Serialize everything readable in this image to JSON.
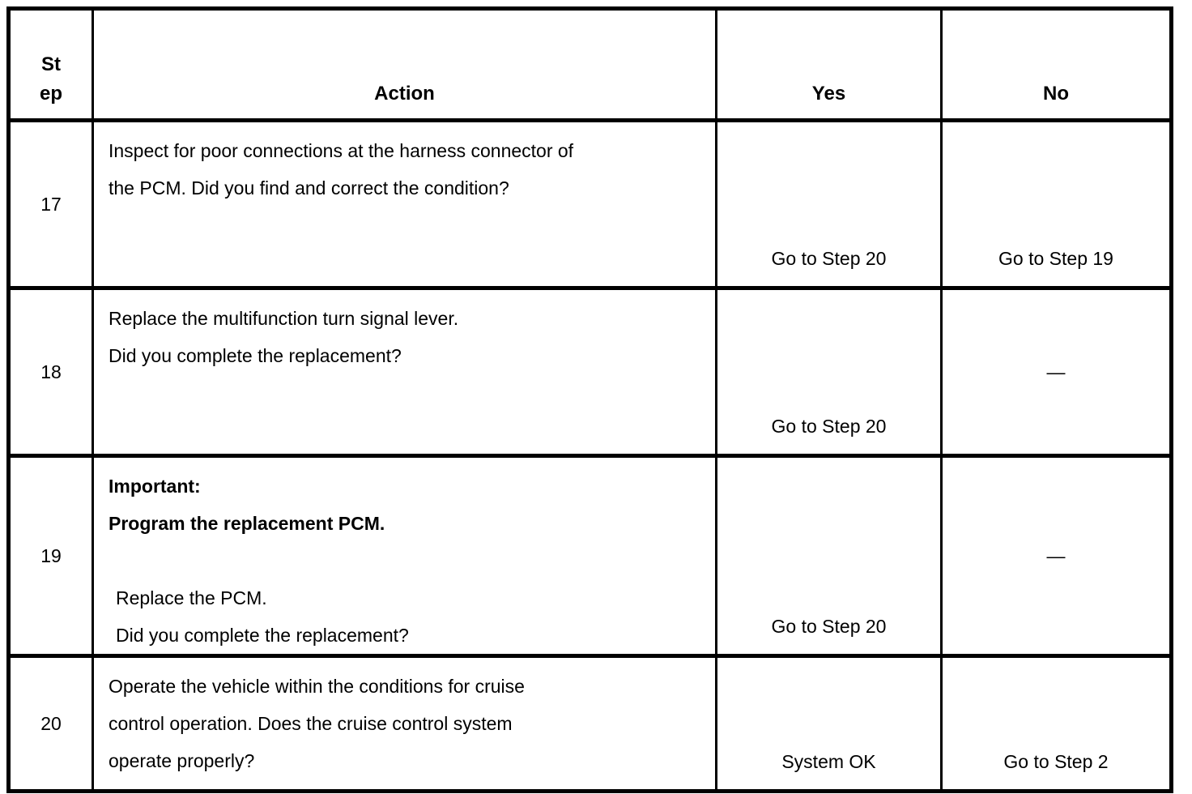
{
  "table": {
    "headers": {
      "step": "St\nep",
      "action": "Action",
      "yes": "Yes",
      "no": "No"
    },
    "rows": [
      {
        "step": "17",
        "action_lines": [
          "Inspect for poor connections at the harness connector of",
          "the PCM. Did you find and correct the condition?"
        ],
        "yes": "Go to Step 20",
        "no": "Go to Step 19"
      },
      {
        "step": "18",
        "action_lines": [
          "Replace the multifunction turn signal lever.",
          "Did you complete the replacement?"
        ],
        "yes": "Go to Step 20",
        "no": "—"
      },
      {
        "step": "19",
        "action_bold_lines": [
          "Important:",
          "Program the replacement PCM."
        ],
        "action_lines": [
          "Replace the PCM.",
          "Did you complete the replacement?"
        ],
        "yes": "Go to Step 20",
        "no": "—"
      },
      {
        "step": "20",
        "action_lines": [
          "Operate the vehicle within the conditions for cruise",
          "control operation. Does the cruise control system",
          "operate properly?"
        ],
        "yes": "System OK",
        "no": "Go to Step 2"
      }
    ]
  }
}
